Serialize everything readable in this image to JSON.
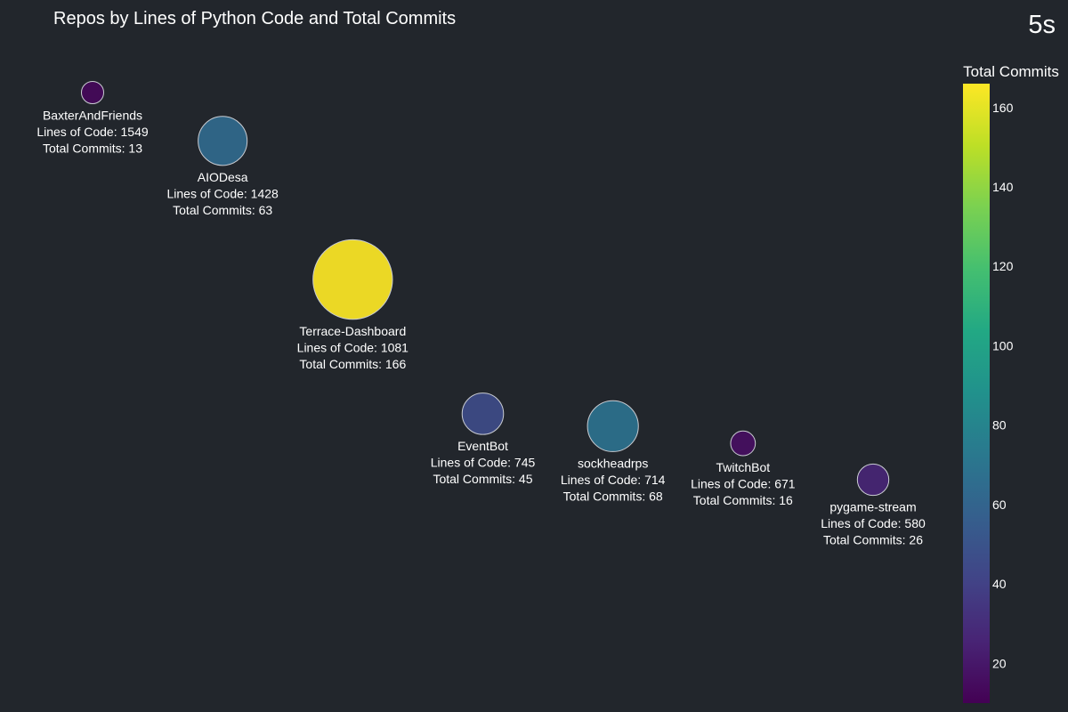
{
  "timer_label": "5s",
  "colors": {
    "background": "#22262c",
    "text": "#ffffff",
    "bubble_stroke": "#c9ccd2",
    "colormap": "viridis"
  },
  "chart_data": {
    "type": "scatter",
    "title": "Repos by Lines of Python Code and Total Commits",
    "xlabel": "",
    "ylabel": "",
    "grid": false,
    "size_encoding": "Total Commits",
    "color_encoding": "Total Commits",
    "colorbar": {
      "title": "Total Commits",
      "range": [
        10,
        166
      ],
      "ticks": [
        20,
        40,
        60,
        80,
        100,
        120,
        140,
        160
      ],
      "placement": "right"
    },
    "series": [
      {
        "points": [
          {
            "label": "BaxterAndFriends",
            "lines_of_code": 1549,
            "total_commits": 13,
            "loc_text": "Lines of Code: 1549",
            "commits_text": "Total Commits: 13"
          },
          {
            "label": "AIODesa",
            "lines_of_code": 1428,
            "total_commits": 63,
            "loc_text": "Lines of Code: 1428",
            "commits_text": "Total Commits: 63"
          },
          {
            "label": "Terrace-Dashboard",
            "lines_of_code": 1081,
            "total_commits": 166,
            "loc_text": "Lines of Code: 1081",
            "commits_text": "Total Commits: 166"
          },
          {
            "label": "EventBot",
            "lines_of_code": 745,
            "total_commits": 45,
            "loc_text": "Lines of Code: 745",
            "commits_text": "Total Commits: 45"
          },
          {
            "label": "sockheadrps",
            "lines_of_code": 714,
            "total_commits": 68,
            "loc_text": "Lines of Code: 714",
            "commits_text": "Total Commits: 68"
          },
          {
            "label": "TwitchBot",
            "lines_of_code": 671,
            "total_commits": 16,
            "loc_text": "Lines of Code: 671",
            "commits_text": "Total Commits: 16"
          },
          {
            "label": "pygame-stream",
            "lines_of_code": 580,
            "total_commits": 26,
            "loc_text": "Lines of Code: 580",
            "commits_text": "Total Commits: 26"
          }
        ]
      }
    ]
  }
}
